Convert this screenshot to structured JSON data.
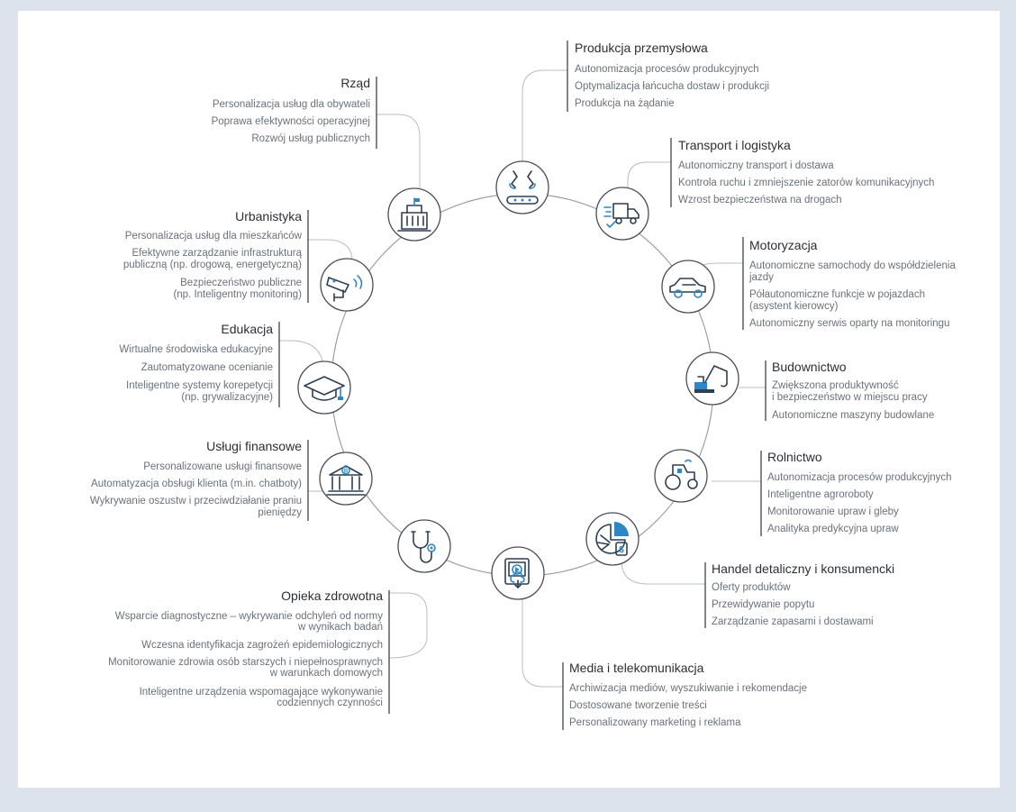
{
  "sectors": {
    "produkcja": {
      "title": "Produkcja przemysłowa",
      "items": [
        "Autonomizacja procesów produkcyjnych",
        "Optymalizacja łańcucha dostaw i produkcji",
        "Produkcja na żądanie"
      ]
    },
    "transport": {
      "title": "Transport i logistyka",
      "items": [
        "Autonomiczny transport i dostawa",
        "Kontrola ruchu i zmniejszenie zatorów komunikacyjnych",
        "Wzrost bezpieczeństwa na drogach"
      ]
    },
    "motoryzacja": {
      "title": "Motoryzacja",
      "items": [
        [
          "Autonomiczne samochody do współdzielenia",
          "jazdy"
        ],
        [
          "Półautonomiczne funkcje w pojazdach",
          "(asystent kierowcy)"
        ],
        [
          "Autonomiczny serwis oparty na monitoringu"
        ]
      ]
    },
    "budownictwo": {
      "title": "Budownictwo",
      "items": [
        [
          "Zwiększona produktywność",
          "i bezpieczeństwo w miejscu pracy"
        ],
        [
          "Autonomiczne maszyny budowlane"
        ]
      ]
    },
    "rolnictwo": {
      "title": "Rolnictwo",
      "items": [
        "Autonomizacja procesów produkcyjnych",
        "Inteligentne agroroboty",
        "Monitorowanie upraw i gleby",
        "Analityka predykcyjna upraw"
      ]
    },
    "handel": {
      "title": "Handel detaliczny i konsumencki",
      "items": [
        "Oferty produktów",
        "Przewidywanie popytu",
        "Zarządzanie zapasami i dostawami"
      ]
    },
    "media": {
      "title": "Media i telekomunikacja",
      "items": [
        "Archiwizacja mediów, wyszukiwanie i rekomendacje",
        "Dostosowane tworzenie treści",
        "Personalizowany marketing i reklama"
      ]
    },
    "opieka": {
      "title": "Opieka zdrowotna",
      "items": [
        [
          "Wsparcie diagnostyczne – wykrywanie odchyleń od normy",
          "w wynikach badań"
        ],
        [
          "Wczesna identyfikacja zagrożeń epidemiologicznych"
        ],
        [
          "Monitorowanie zdrowia osób starszych i niepełnosprawnych",
          "w warunkach domowych"
        ],
        [
          "Inteligentne urządzenia wspomagające wykonywanie",
          "codziennych czynności"
        ]
      ]
    },
    "finanse": {
      "title": "Usługi finansowe",
      "items": [
        [
          "Personalizowane usługi finansowe"
        ],
        [
          "Automatyzacja obsługi klienta (m.in. chatboty)"
        ],
        [
          "Wykrywanie oszustw i przeciwdziałanie praniu",
          "pieniędzy"
        ]
      ]
    },
    "edukacja": {
      "title": "Edukacja",
      "items": [
        [
          "Wirtualne środowiska edukacyjne"
        ],
        [
          "Zautomatyzowane ocenianie"
        ],
        [
          "Inteligentne systemy korepetycji",
          "(np. grywalizacyjne)"
        ]
      ]
    },
    "urbanistyka": {
      "title": "Urbanistyka",
      "items": [
        [
          "Personalizacja usług dla mieszkańców"
        ],
        [
          "Efektywne zarządzanie infrastrukturą",
          "publiczną (np. drogową, energetyczną)"
        ],
        [
          "Bezpieczeństwo publiczne",
          "(np. Inteligentny monitoring)"
        ]
      ]
    },
    "rzad": {
      "title": "Rząd",
      "items": [
        "Personalizacja usług dla obywateli",
        "Poprawa efektywności operacyjnej",
        "Rozwój usług publicznych"
      ]
    }
  },
  "icons": {
    "produkcja": "robot-arms-icon",
    "transport": "delivery-truck-icon",
    "motoryzacja": "car-icon",
    "budownictwo": "excavator-icon",
    "rolnictwo": "tractor-icon",
    "handel": "pie-chart-dollar-icon",
    "media": "media-player-icon",
    "opieka": "stethoscope-icon",
    "finanse": "bank-icon",
    "edukacja": "graduation-cap-icon",
    "urbanistyka": "security-camera-icon",
    "rzad": "government-building-icon"
  },
  "colors": {
    "accent": "#2f86c6",
    "icon_dark": "#2e3f52",
    "ring": "#9aa0a8",
    "title": "#2b2f36",
    "item": "#6a717c",
    "background": "#dde3ec"
  }
}
